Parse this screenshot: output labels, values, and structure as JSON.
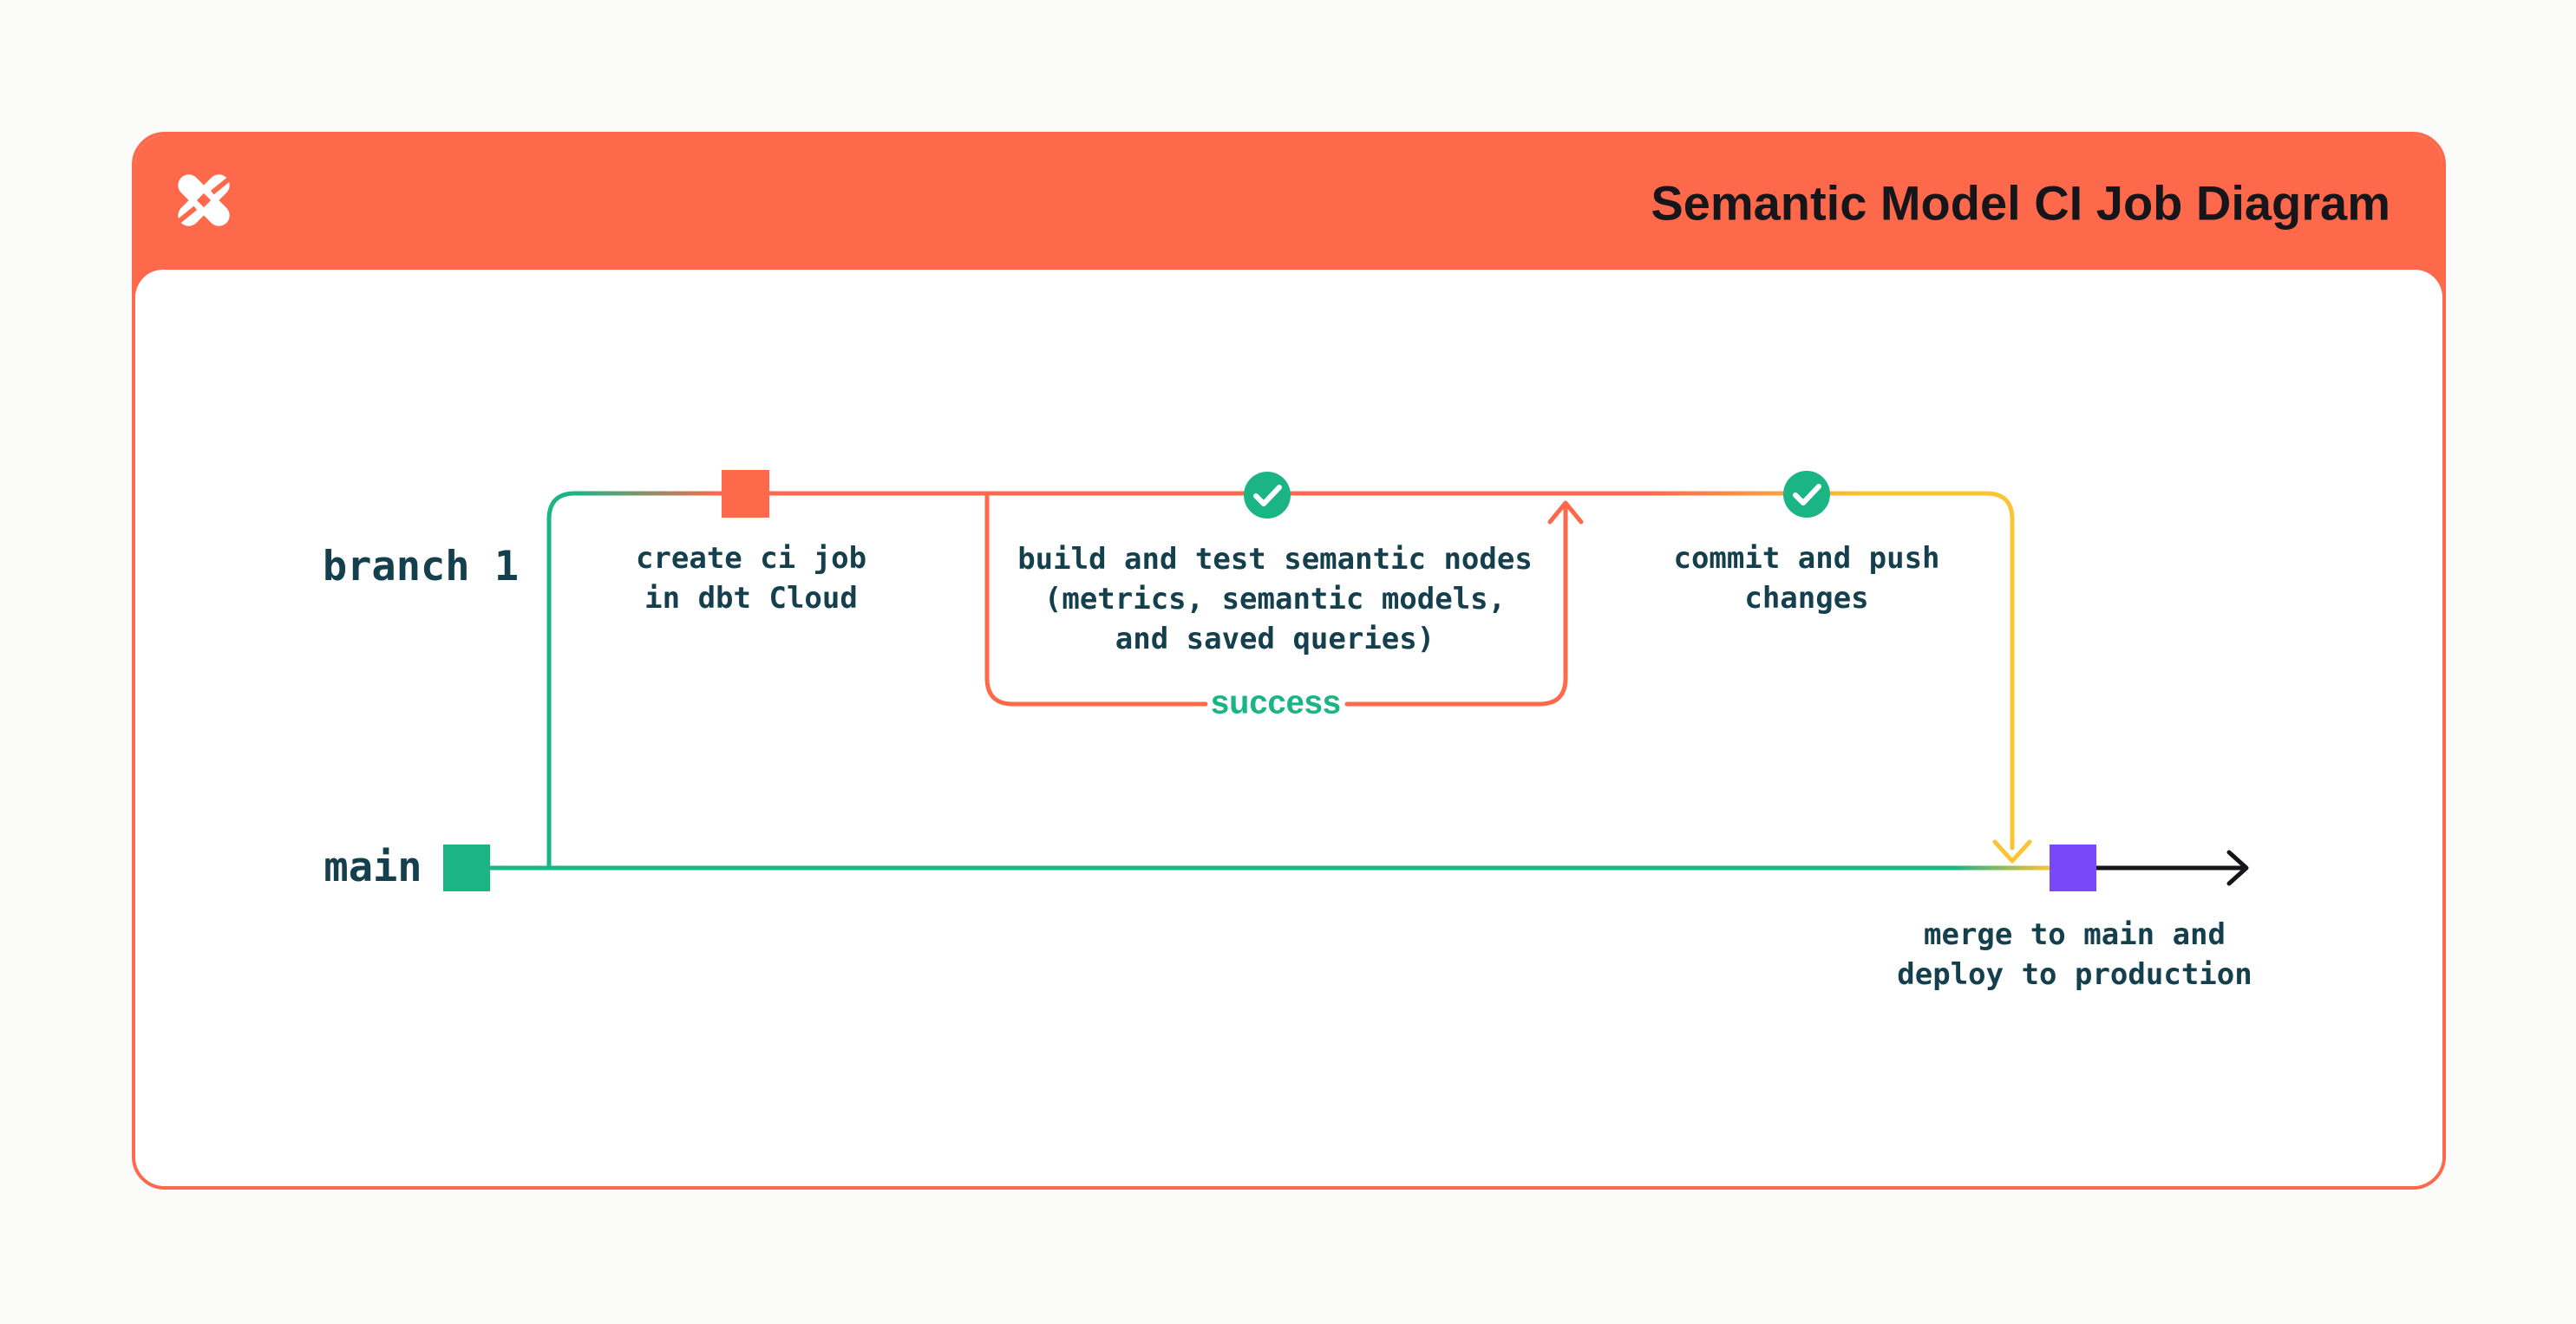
{
  "header": {
    "title": "Semantic Model CI Job Diagram",
    "logo": "dbt-logo",
    "bar_color": "#FF694B"
  },
  "diagram": {
    "branch_labels": {
      "branch1": "branch 1",
      "main": "main"
    },
    "nodes": {
      "create_ci": {
        "label": "create ci job\nin dbt Cloud",
        "marker": "orange-commit-square",
        "marker_color": "#FF694B"
      },
      "build_test": {
        "label": "build and test semantic nodes\n(metrics, semantic models,\nand saved queries)",
        "marker": "green-check-circle",
        "marker_color": "#1BB584"
      },
      "commit_push": {
        "label": "commit and push\nchanges",
        "marker": "green-check-circle",
        "marker_color": "#1BB584"
      },
      "merge_deploy": {
        "label": "merge to main and\ndeploy to production",
        "marker": "purple-commit-square",
        "marker_color": "#7A49F7"
      },
      "main_start": {
        "marker": "green-commit-square",
        "marker_color": "#1BB584"
      }
    },
    "loop": {
      "label": "success",
      "label_color": "#1BB584",
      "line_color": "#FF694B"
    },
    "colors": {
      "branch_green": "#1BB584",
      "ci_orange": "#FF694B",
      "merge_yellow": "#FCC433",
      "deploy_purple": "#7A49F7",
      "text_ink": "#143F4C"
    }
  }
}
